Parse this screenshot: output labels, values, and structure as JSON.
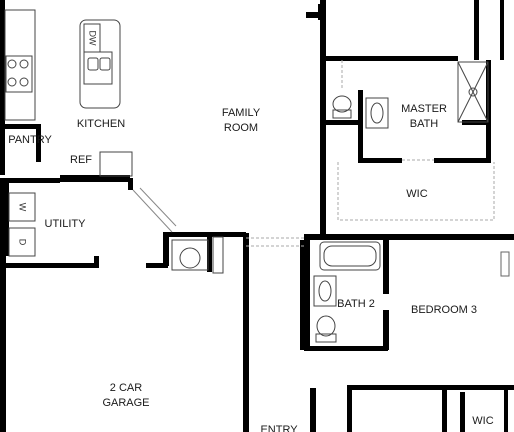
{
  "floorplan": {
    "rooms": {
      "kitchen": "KITCHEN",
      "pantry": "PANTRY",
      "ref": "REF",
      "family_room": [
        "FAMILY",
        "ROOM"
      ],
      "master_bath": [
        "MASTER",
        "BATH"
      ],
      "wic_master": "WIC",
      "utility": "UTILITY",
      "bath2": "BATH 2",
      "bedroom3": "BEDROOM 3",
      "garage": [
        "2 CAR",
        "GARAGE"
      ],
      "entry": "ENTRY",
      "wic_bedroom": "WIC"
    },
    "appliances": {
      "dishwasher": "DW",
      "washer": "W",
      "dryer": "D"
    }
  }
}
